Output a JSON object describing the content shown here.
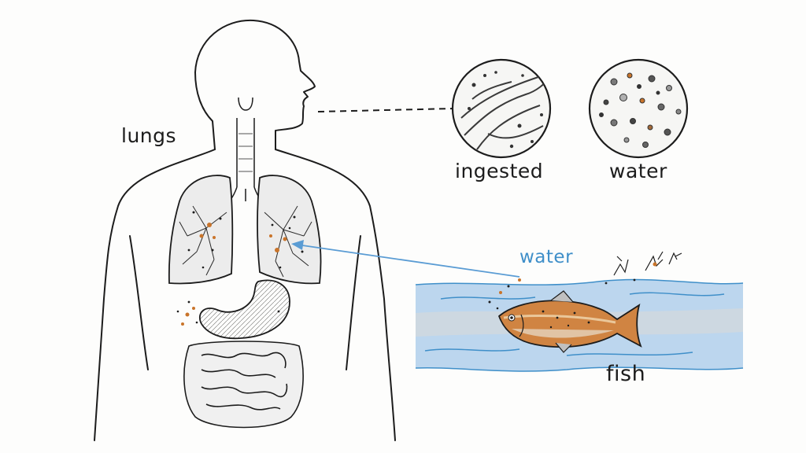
{
  "labels": {
    "lungs": "lungs",
    "ingested": "ingested",
    "water_sample": "water",
    "water_stream": "water",
    "fish": "fish"
  },
  "colors": {
    "ink": "#1c1c1c",
    "water_blue": "#3f8fc9",
    "water_fill": "#bcd6ee",
    "particle_orange": "#c9742a",
    "fish_orange": "#d08442"
  },
  "icons": {
    "body": "human-torso-outline",
    "lungs": "lung-icon",
    "stomach": "stomach-icon",
    "intestines": "intestines-icon",
    "fish": "fish-icon"
  }
}
